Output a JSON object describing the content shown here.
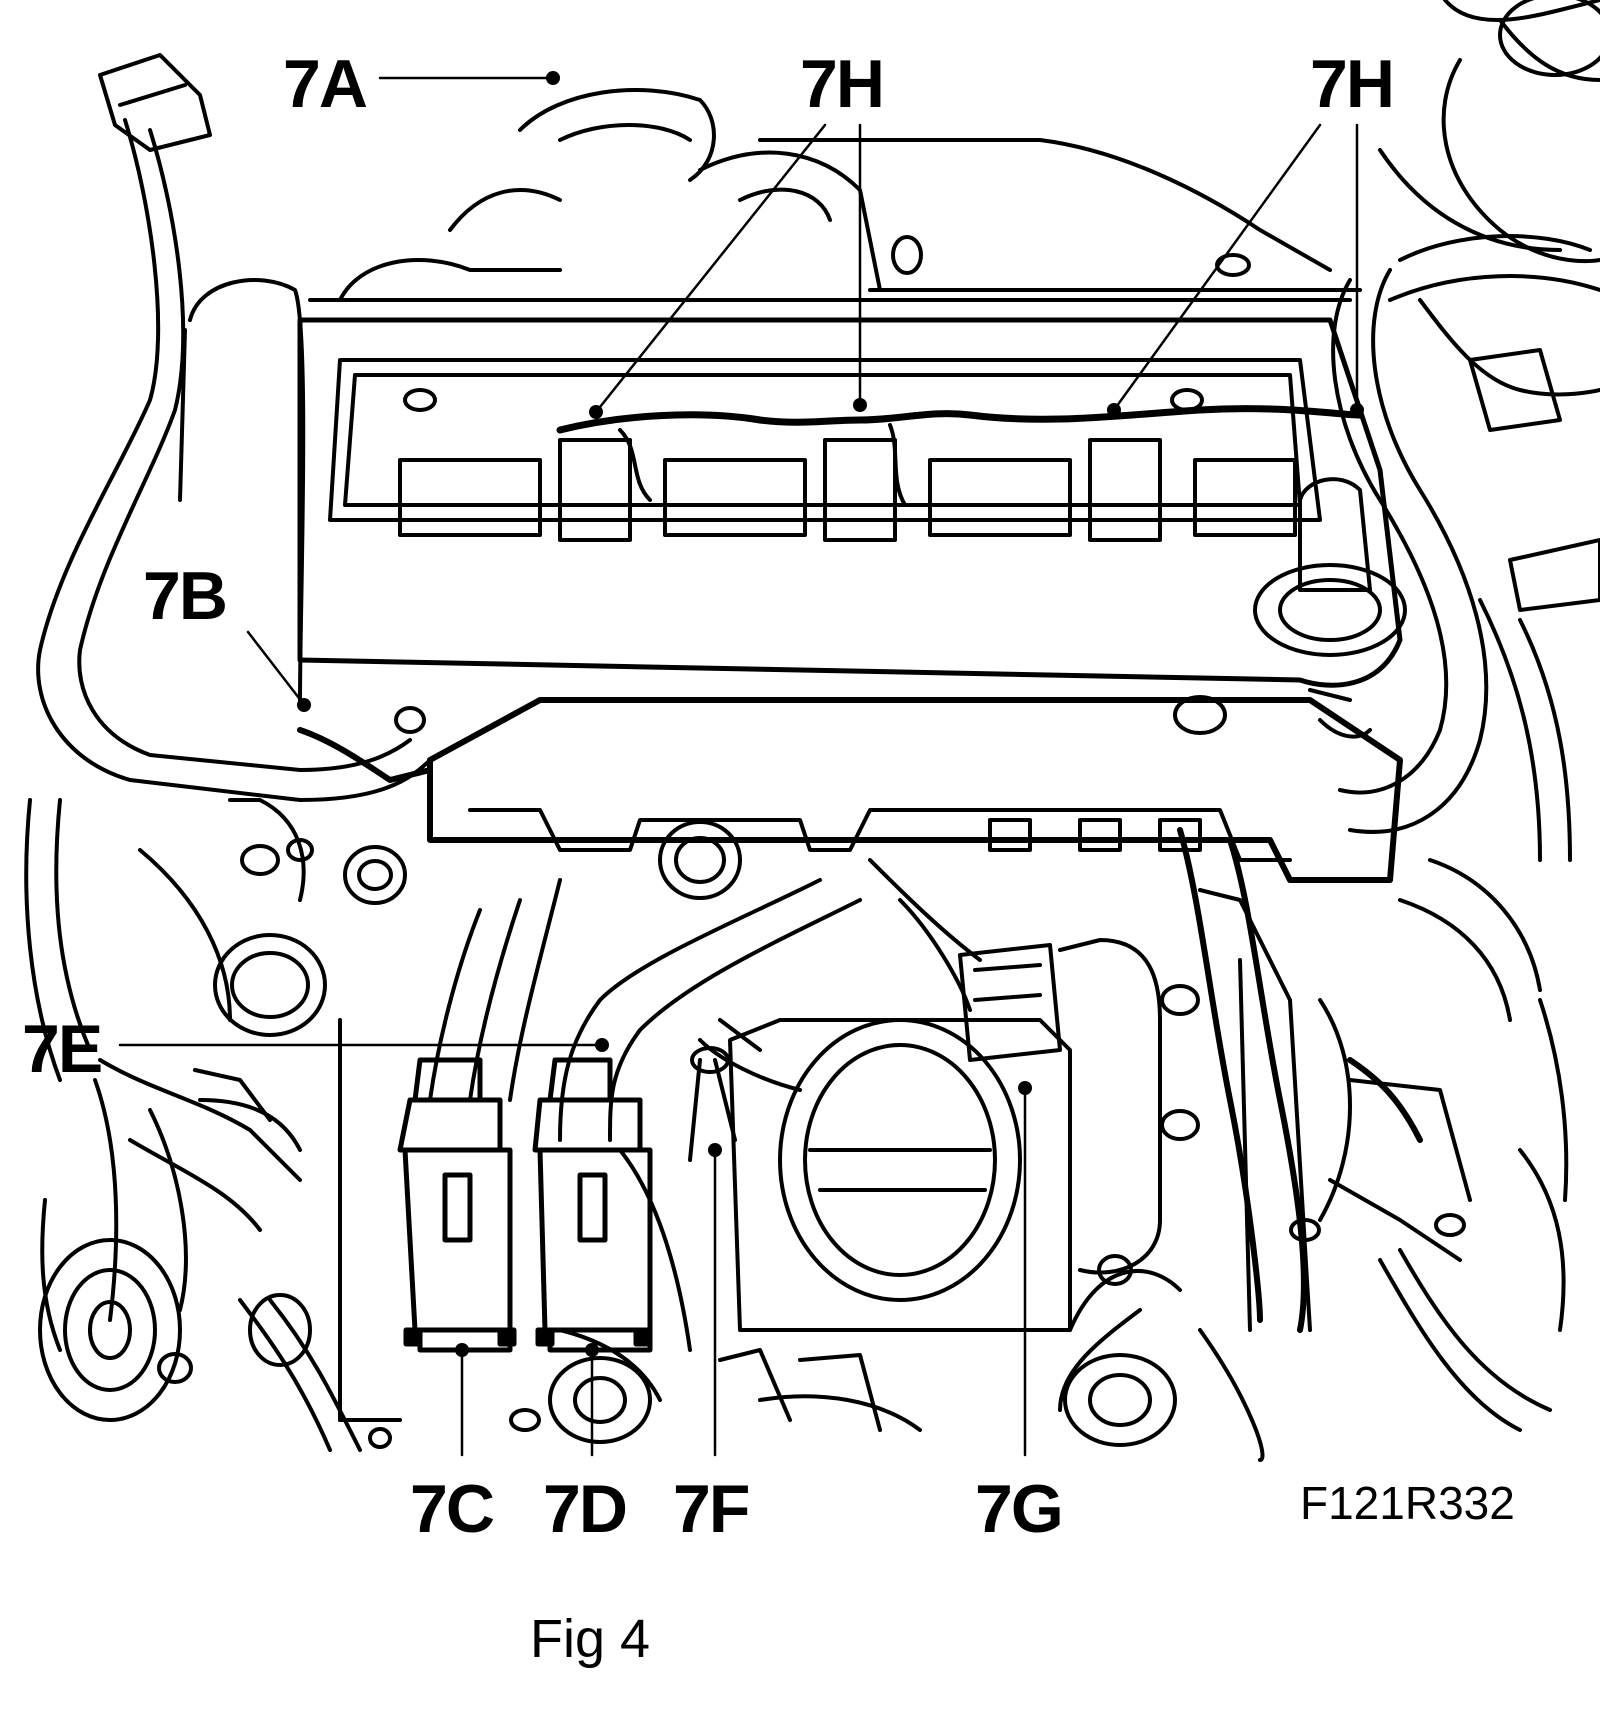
{
  "callouts": {
    "a": "7A",
    "b": "7B",
    "c": "7C",
    "d": "7D",
    "e": "7E",
    "f": "7F",
    "g": "7G",
    "h1": "7H",
    "h2": "7H"
  },
  "figure_code": "F121R332",
  "caption": "Fig 4",
  "colors": {
    "ink": "#000000",
    "paper": "#ffffff"
  }
}
